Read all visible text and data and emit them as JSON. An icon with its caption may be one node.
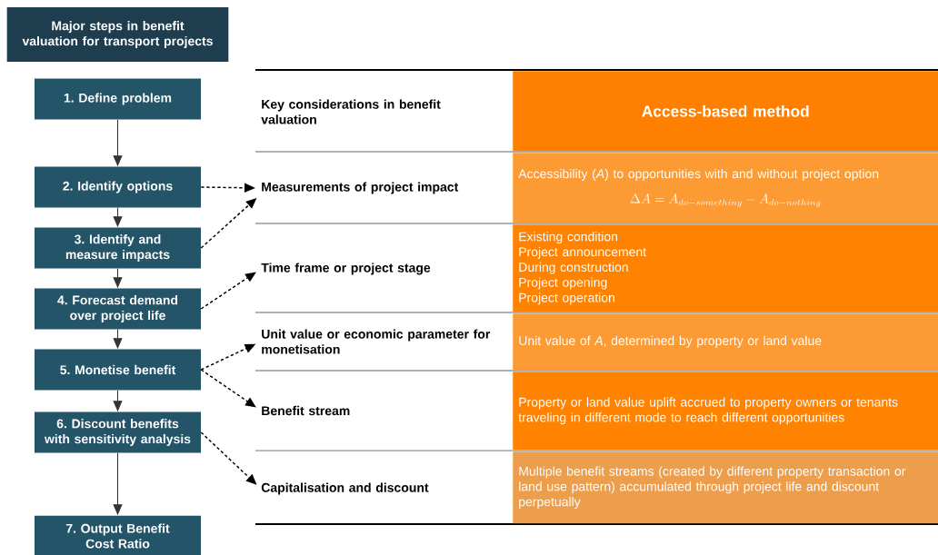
{
  "diagram": {
    "title": "Major steps in benefit valuation for transport projects",
    "nodes": [
      {
        "text": [
          "1. Define problem"
        ]
      },
      {
        "text": [
          "2. Identify options"
        ]
      },
      {
        "text": [
          "3. Identify and measure impacts"
        ]
      },
      {
        "text": [
          "4. Forecast demand over project life"
        ]
      },
      {
        "text": [
          "5. Monetise benefit"
        ]
      },
      {
        "text": [
          "6. Discount benefits with sensitivity analysis"
        ]
      },
      {
        "text": [
          "7. Output Benefit Cost Ratio"
        ]
      },
      {
        "text": [
          "Measurements of project impact"
        ]
      },
      {
        "text": [
          "Time frame or project stage"
        ]
      },
      {
        "text": [
          "Unit value or economic parameter for monetisation"
        ]
      },
      {
        "text": [
          "Benefit stream"
        ]
      },
      {
        "text": [
          "Capitalisation and discount"
        ]
      },
      {
        "text": [
          "Access-based method"
        ]
      },
      {
        "text": [
          "Accessibility (*A*) to opportunities with and without project option",
          "\\Delta A = A_{do-something} - A_{do-nothing}"
        ]
      },
      {
        "text": [
          "Existing condition",
          "Project announcement",
          "During construction",
          "Project opening",
          "Project operation"
        ]
      },
      {
        "text": [
          "Unit value of *A*, determined by property or land value"
        ]
      },
      {
        "text": [
          "Property or land value uplift accrued to property owners or tenants traveling in different mode to reach different opportunities"
        ]
      },
      {
        "text": [
          "Multiple benefit streams (created by different property transaction or land use pattern) accumulated through project life and discount perpetually"
        ]
      }
    ],
    "edges": [
      {
        "from": 0,
        "to": 1,
        "arrow": "to"
      },
      {
        "from": 1,
        "to": 2,
        "arrow": "to"
      },
      {
        "from": 2,
        "to": 3,
        "arrow": "to"
      },
      {
        "from": 3,
        "to": 4,
        "arrow": "to"
      },
      {
        "from": 4,
        "to": 5,
        "arrow": "to"
      },
      {
        "from": 5,
        "to": 6,
        "arrow": "to"
      },
      {
        "from": 1,
        "to": 7,
        "arrow": "to",
        "style": "dashed"
      },
      {
        "from": 2,
        "to": 7,
        "arrow": "to",
        "style": "dashed"
      },
      {
        "from": 3,
        "to": 8,
        "arrow": "to",
        "style": "dashed"
      },
      {
        "from": 4,
        "to": 9,
        "arrow": "to",
        "style": "dashed"
      },
      {
        "from": 4,
        "to": 10,
        "arrow": "to",
        "style": "dashed"
      },
      {
        "from": 5,
        "to": 11,
        "arrow": "to",
        "style": "dashed"
      }
    ],
    "labels": [
      "Key considerations in benefit valuation"
    ]
  }
}
